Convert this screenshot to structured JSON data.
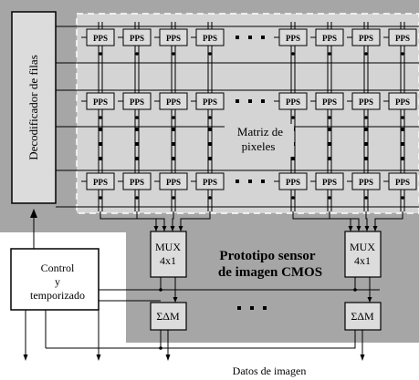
{
  "diagram": {
    "row_decoder_label": "Decodificador de filas",
    "pixel_label": "PPS",
    "matrix_label_line1": "Matriz de",
    "matrix_label_line2": "pixeles",
    "mux_label_line1": "MUX",
    "mux_label_line2": "4x1",
    "adc_label": "ΣΔM",
    "control_label_line1": "Control",
    "control_label_line2": "y",
    "control_label_line3": "temporizado",
    "prototype_label_line1": "Prototipo sensor",
    "prototype_label_line2": "de imagen CMOS",
    "output_label": "Datos de imagen",
    "colors": {
      "chip_background": "#a6a6a6",
      "matrix_background": "#d4d4d4",
      "block_fill": "#dcdcdc",
      "line": "#000000"
    }
  }
}
